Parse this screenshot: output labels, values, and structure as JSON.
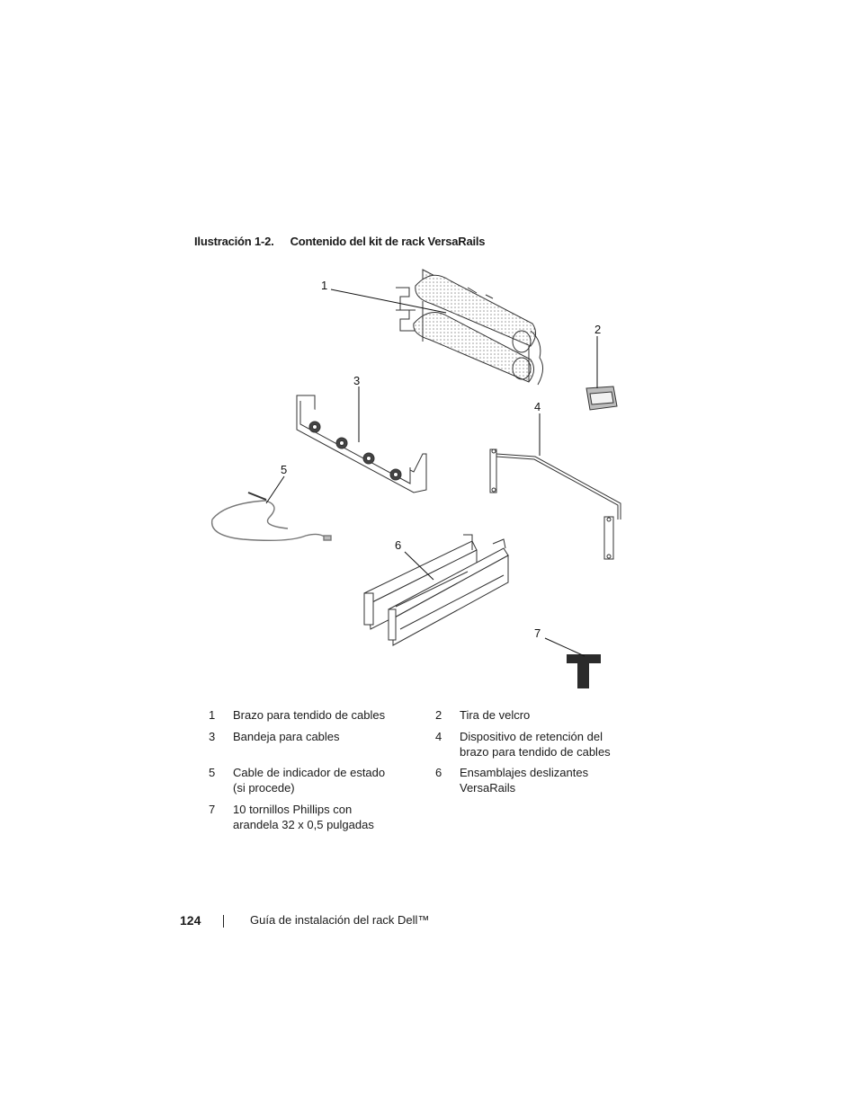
{
  "figure": {
    "number": "Ilustración 1-2.",
    "title": "Contenido del kit de rack VersaRails",
    "callouts": [
      "1",
      "2",
      "3",
      "4",
      "5",
      "6",
      "7"
    ]
  },
  "legend": [
    {
      "num": "1",
      "text": "Brazo para tendido de cables"
    },
    {
      "num": "2",
      "text": "Tira de velcro"
    },
    {
      "num": "3",
      "text": "Bandeja para cables"
    },
    {
      "num": "4",
      "text": "Dispositivo de retención del brazo para tendido de cables"
    },
    {
      "num": "5",
      "text": "Cable de indicador de estado (si procede)"
    },
    {
      "num": "6",
      "text": "Ensamblajes deslizantes VersaRails"
    },
    {
      "num": "7",
      "text": "10 tornillos Phillips con arandela 32 x 0,5 pulgadas"
    }
  ],
  "footer": {
    "page_number": "124",
    "title": "Guía de instalación del rack Dell™"
  }
}
